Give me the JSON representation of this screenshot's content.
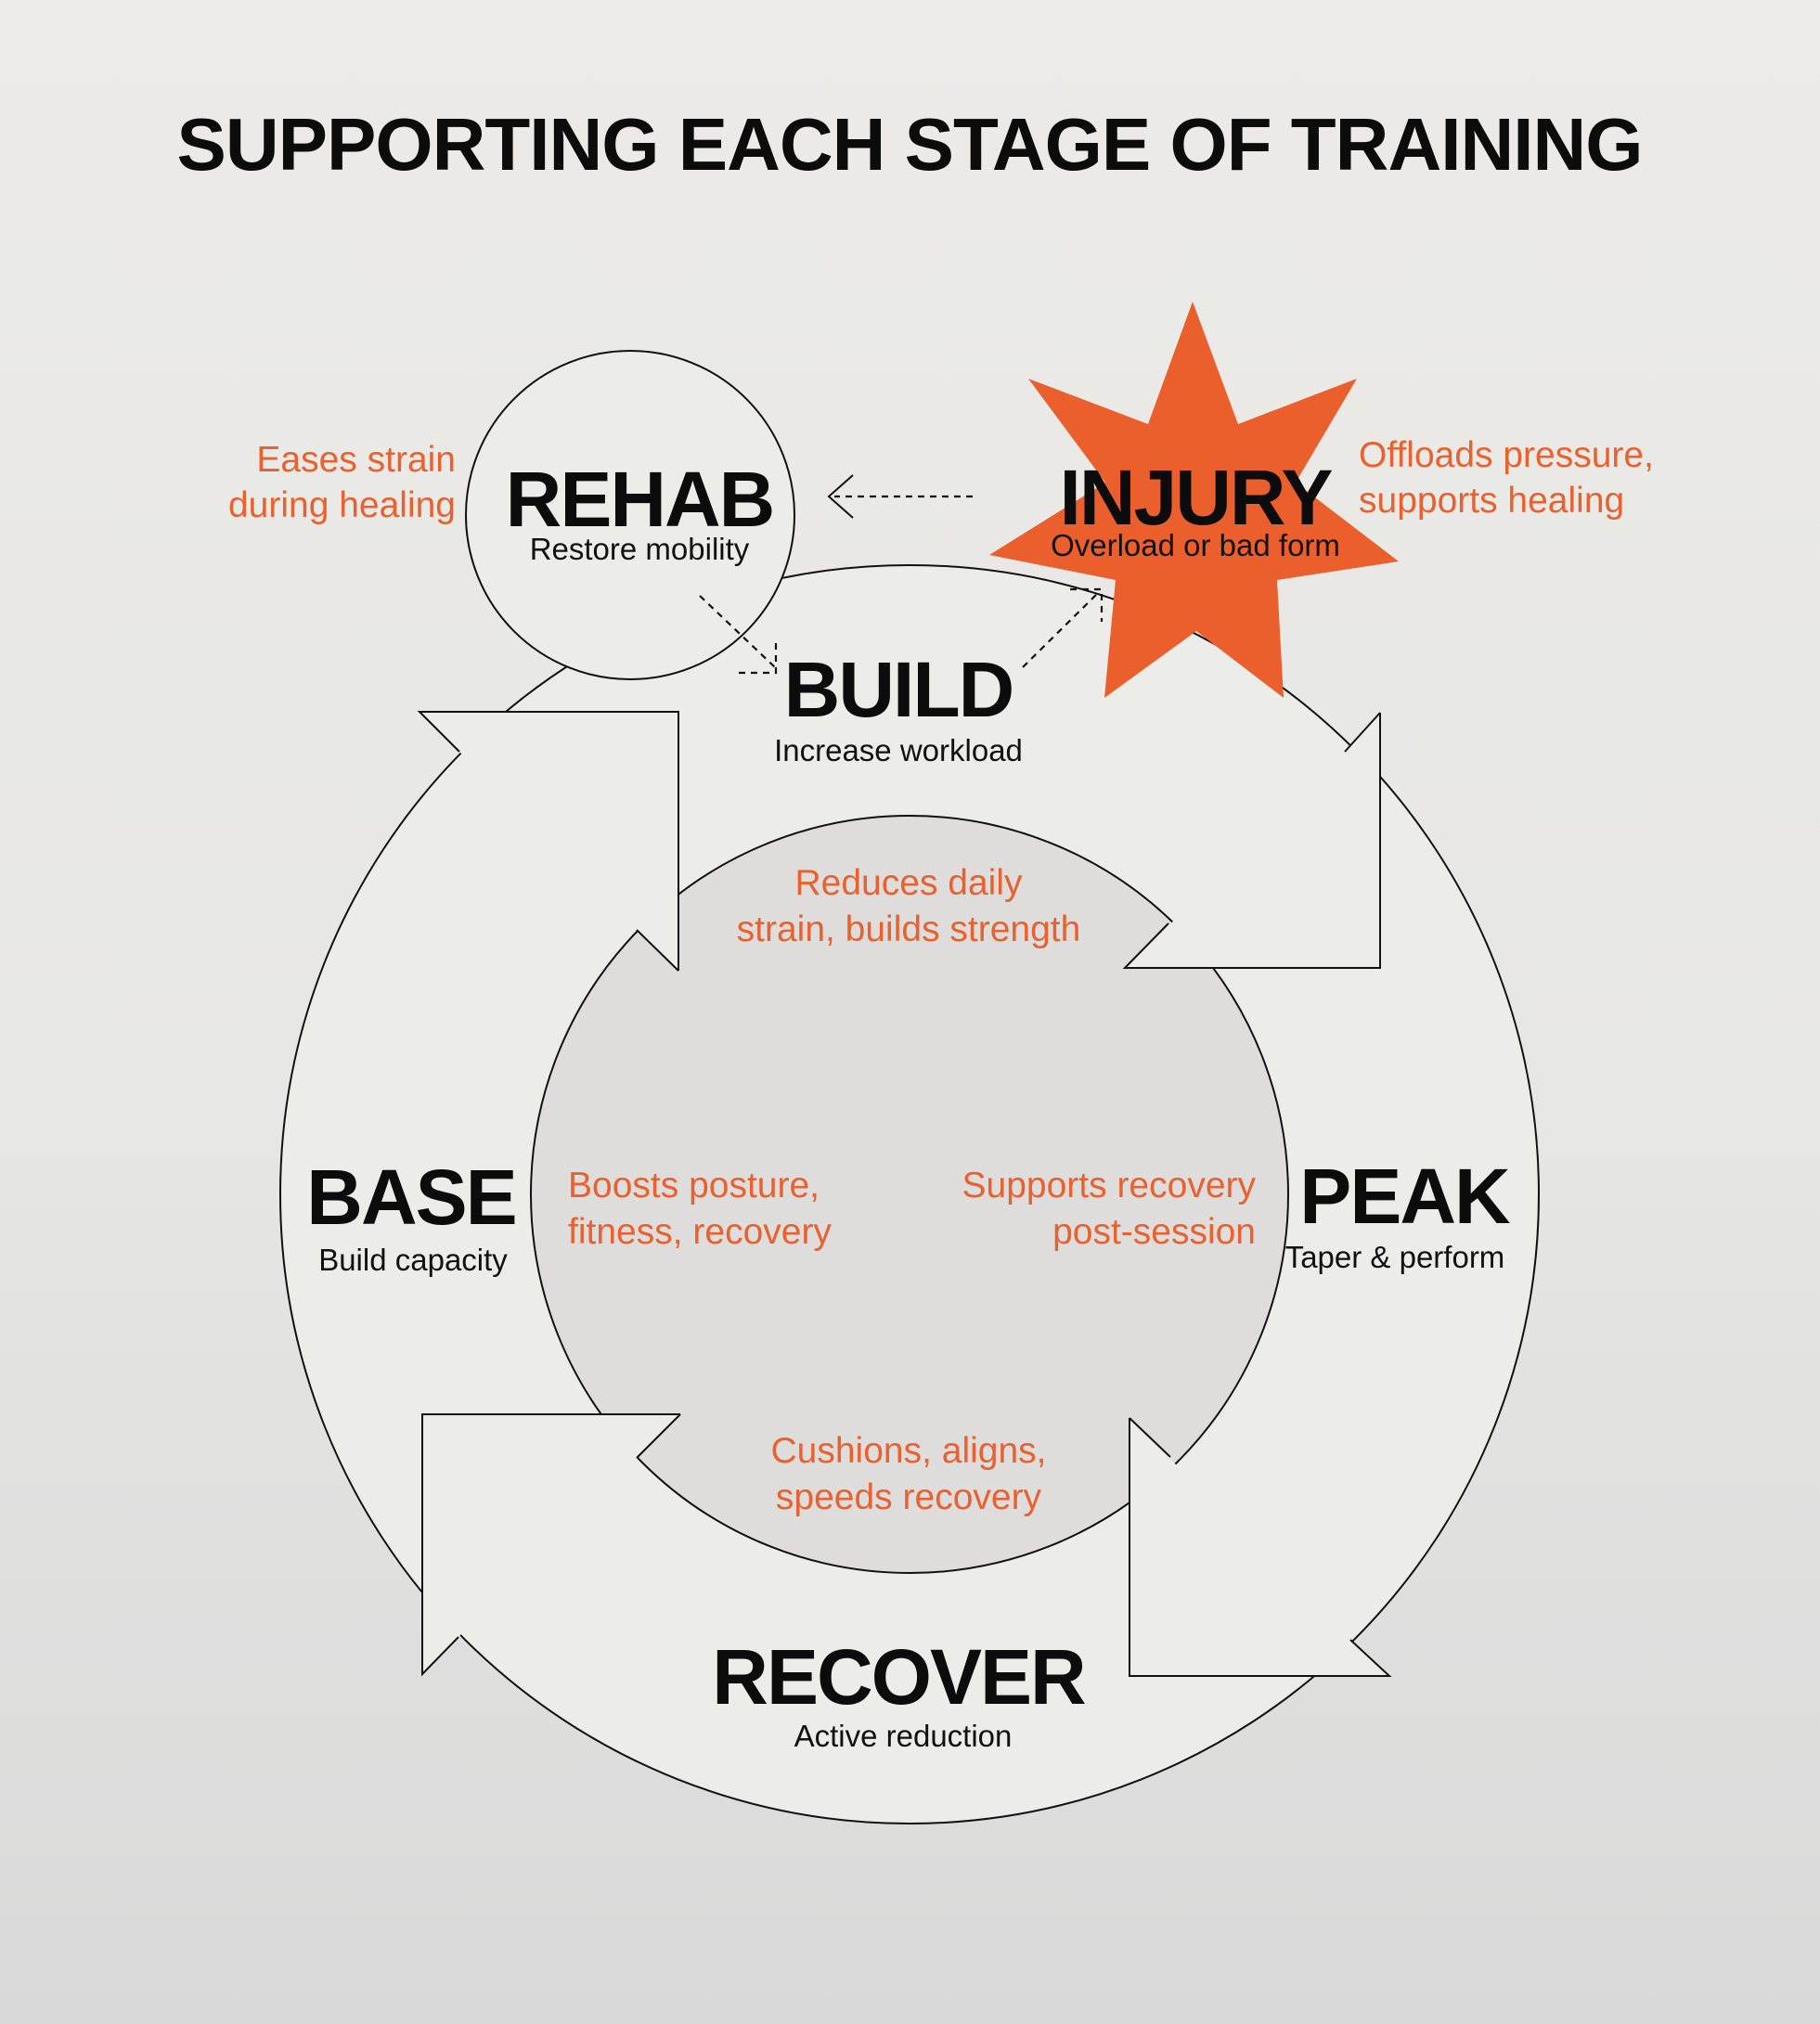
{
  "title": "SUPPORTING EACH STAGE OF TRAINING",
  "colors": {
    "accent": "#e8612f",
    "text": "#0c0c0c",
    "background": "#ecebe8",
    "ring": "#ecece9",
    "inner": "#dcdcdb"
  },
  "stages": {
    "build": {
      "name": "BUILD",
      "desc": "Increase workload"
    },
    "peak": {
      "name": "PEAK",
      "desc": "Taper & perform"
    },
    "recover": {
      "name": "RECOVER",
      "desc": "Active reduction"
    },
    "base": {
      "name": "BASE",
      "desc": "Build capacity"
    },
    "rehab": {
      "name": "REHAB",
      "desc": "Restore mobility"
    },
    "injury": {
      "name": "INJURY",
      "desc": "Overload or bad form"
    }
  },
  "notes": {
    "build": [
      "Reduces daily",
      "strain, builds strength"
    ],
    "peak": [
      "Supports recovery",
      "post-session"
    ],
    "recover": [
      "Cushions, aligns,",
      "speeds recovery"
    ],
    "base": [
      "Boosts posture,",
      "fitness, recovery"
    ],
    "rehab": [
      "Eases strain",
      "during healing"
    ],
    "injury": [
      "Offloads pressure,",
      "supports healing"
    ]
  }
}
